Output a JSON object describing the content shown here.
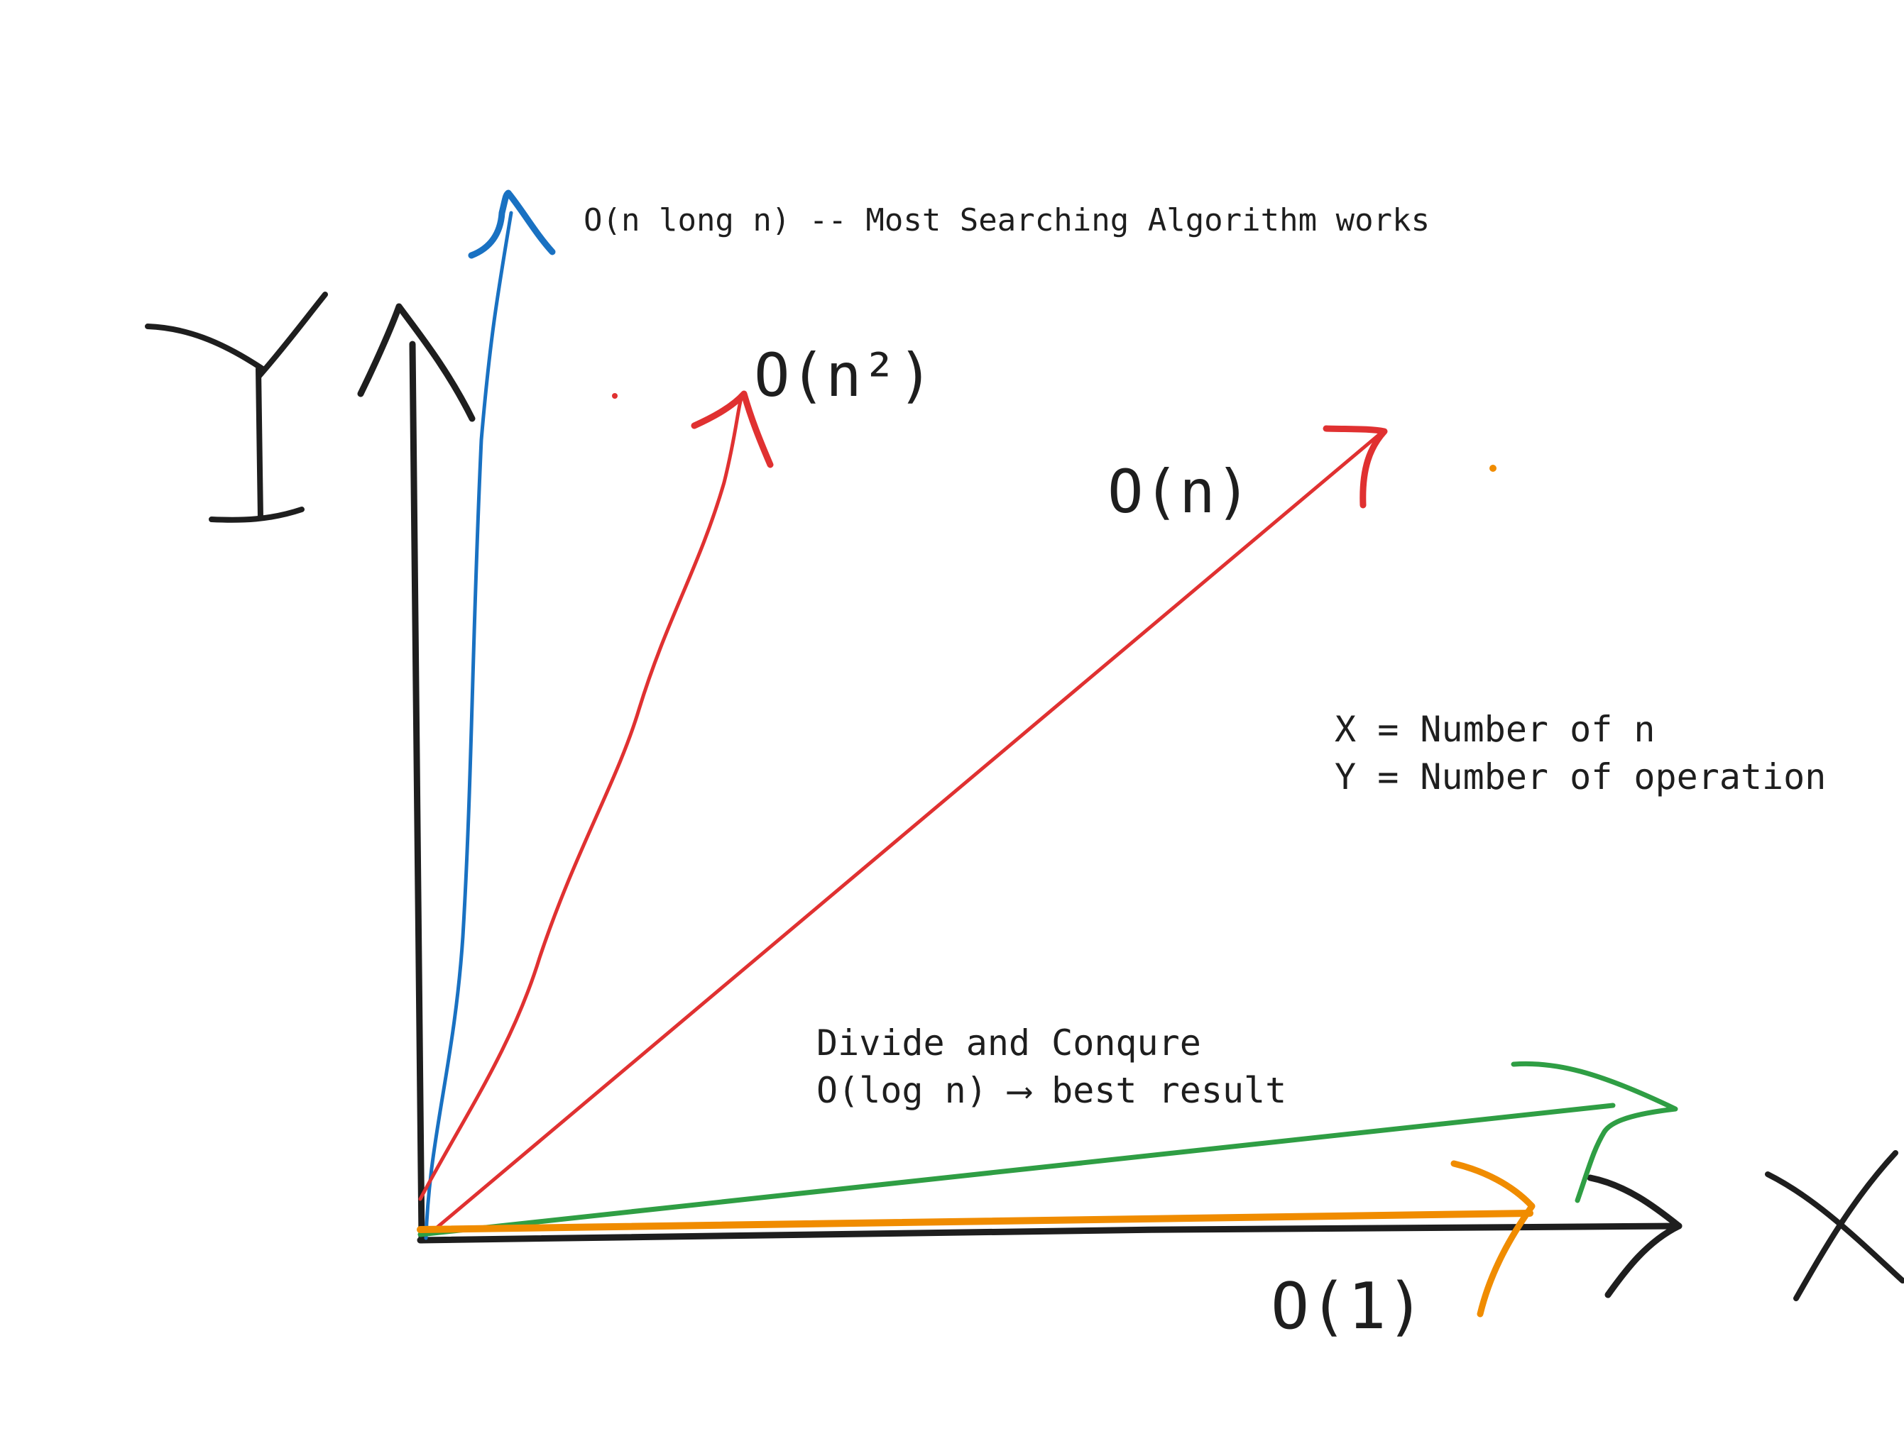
{
  "labels": {
    "nlogn": "O(n long n) -- Most Searching Algorithm works",
    "n_squared": "O(n²)",
    "linear": "O(n)",
    "legend_x": "X = Number of n",
    "legend_y": "Y = Number of operation",
    "divide_conquer": "Divide and Conqure",
    "log_n": "O(log n) ⟶ best result",
    "constant": "O(1)"
  },
  "colors": {
    "ink": "#1e1e1e",
    "nlogn": "#1971c2",
    "quadratic": "#e03131",
    "linear": "#e03131",
    "logarithmic": "#2f9e44",
    "constant": "#f08c00"
  }
}
